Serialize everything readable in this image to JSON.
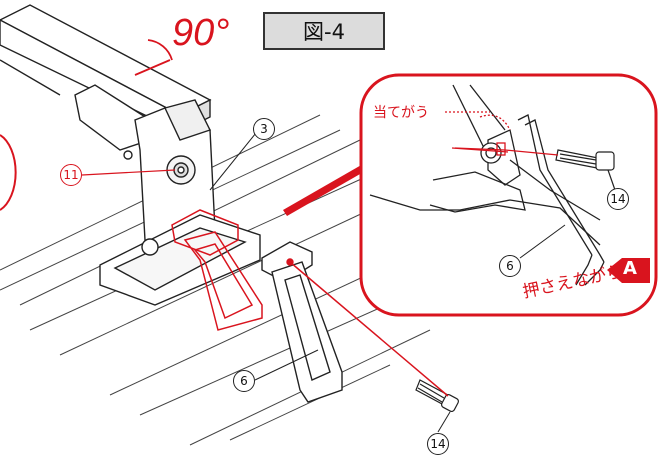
{
  "figure": {
    "title": "図-4",
    "angle_label": "90°"
  },
  "callouts": {
    "contact": "当てがう",
    "press": "押さえながら",
    "arrow": "A"
  },
  "parts": {
    "bolt_head": "11",
    "foot": "3",
    "clip_main": "6",
    "bolt_main": "14",
    "bolt_inset": "14",
    "clip_inset": "6"
  },
  "colors": {
    "accent": "#d9141e",
    "line": "#222222",
    "label_bg": "#dcdcdc"
  }
}
